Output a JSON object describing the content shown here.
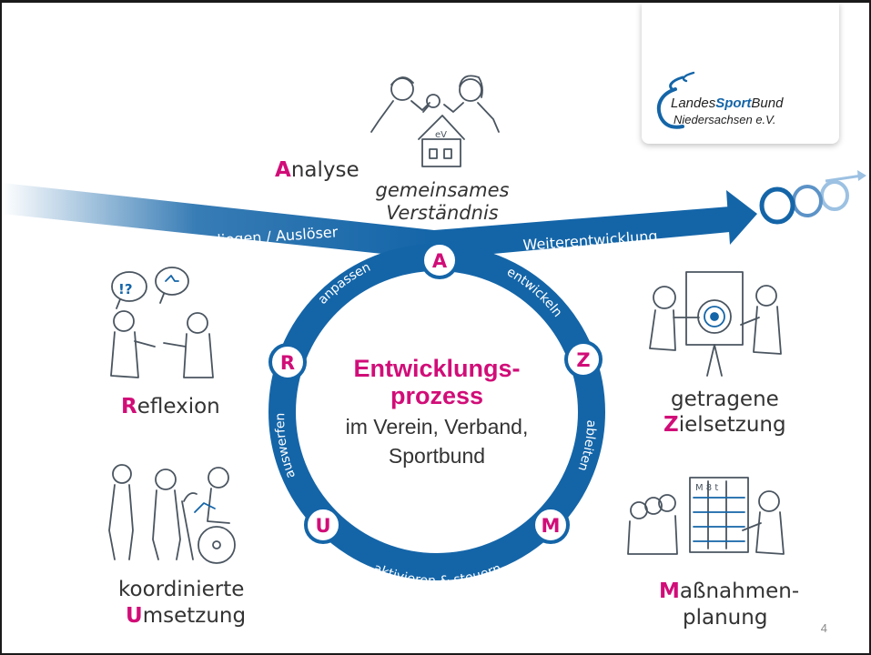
{
  "logo": {
    "line1_part1": "Landes",
    "line1_part2": "Sport",
    "line1_part3": "Bund",
    "line2": "Niedersachsen e.V."
  },
  "arrow": {
    "left_label": "Anliegen / Auslöser",
    "right_label": "Weiterentwicklung"
  },
  "center": {
    "title_line1": "Entwicklungs-",
    "title_line2": "prozess",
    "subtitle_line1": "im Verein, Verband,",
    "subtitle_line2": "Sportbund"
  },
  "ring": {
    "nodes": [
      {
        "letter": "A"
      },
      {
        "letter": "Z"
      },
      {
        "letter": "M"
      },
      {
        "letter": "U"
      },
      {
        "letter": "R"
      }
    ],
    "arc_labels": {
      "a_z": "entwickeln",
      "z_m": "ableiten",
      "m_u": "aktivieren & steuern",
      "u_r": "auswerfen",
      "r_a": "anpassen"
    }
  },
  "phases": {
    "analyse": {
      "initial": "A",
      "rest": "nalyse",
      "desc_line1": "gemeinsames",
      "desc_line2": "Verständnis"
    },
    "ziel": {
      "line1": "getragene",
      "initial": "Z",
      "rest": "ielsetzung"
    },
    "massnahmen": {
      "initial": "M",
      "rest": "aßnahmen-",
      "line2": "planung"
    },
    "umsetzung": {
      "line1": "koordinierte",
      "initial": "U",
      "rest": "msetzung"
    },
    "reflexion": {
      "initial": "R",
      "rest": "eflexion"
    }
  },
  "illustrations": {
    "analyse_house_label": "eV",
    "speech_bubble_text": "!?",
    "board_heading": "M 8 t"
  },
  "page_number": "4",
  "colors": {
    "blue": "#1465a8",
    "magenta": "#d10d78",
    "text_gray": "#333333"
  },
  "icons": [
    "thumbs-up-icon",
    "target-icon",
    "magnifier-icon",
    "watering-can-icon",
    "wheelchair-icon"
  ]
}
